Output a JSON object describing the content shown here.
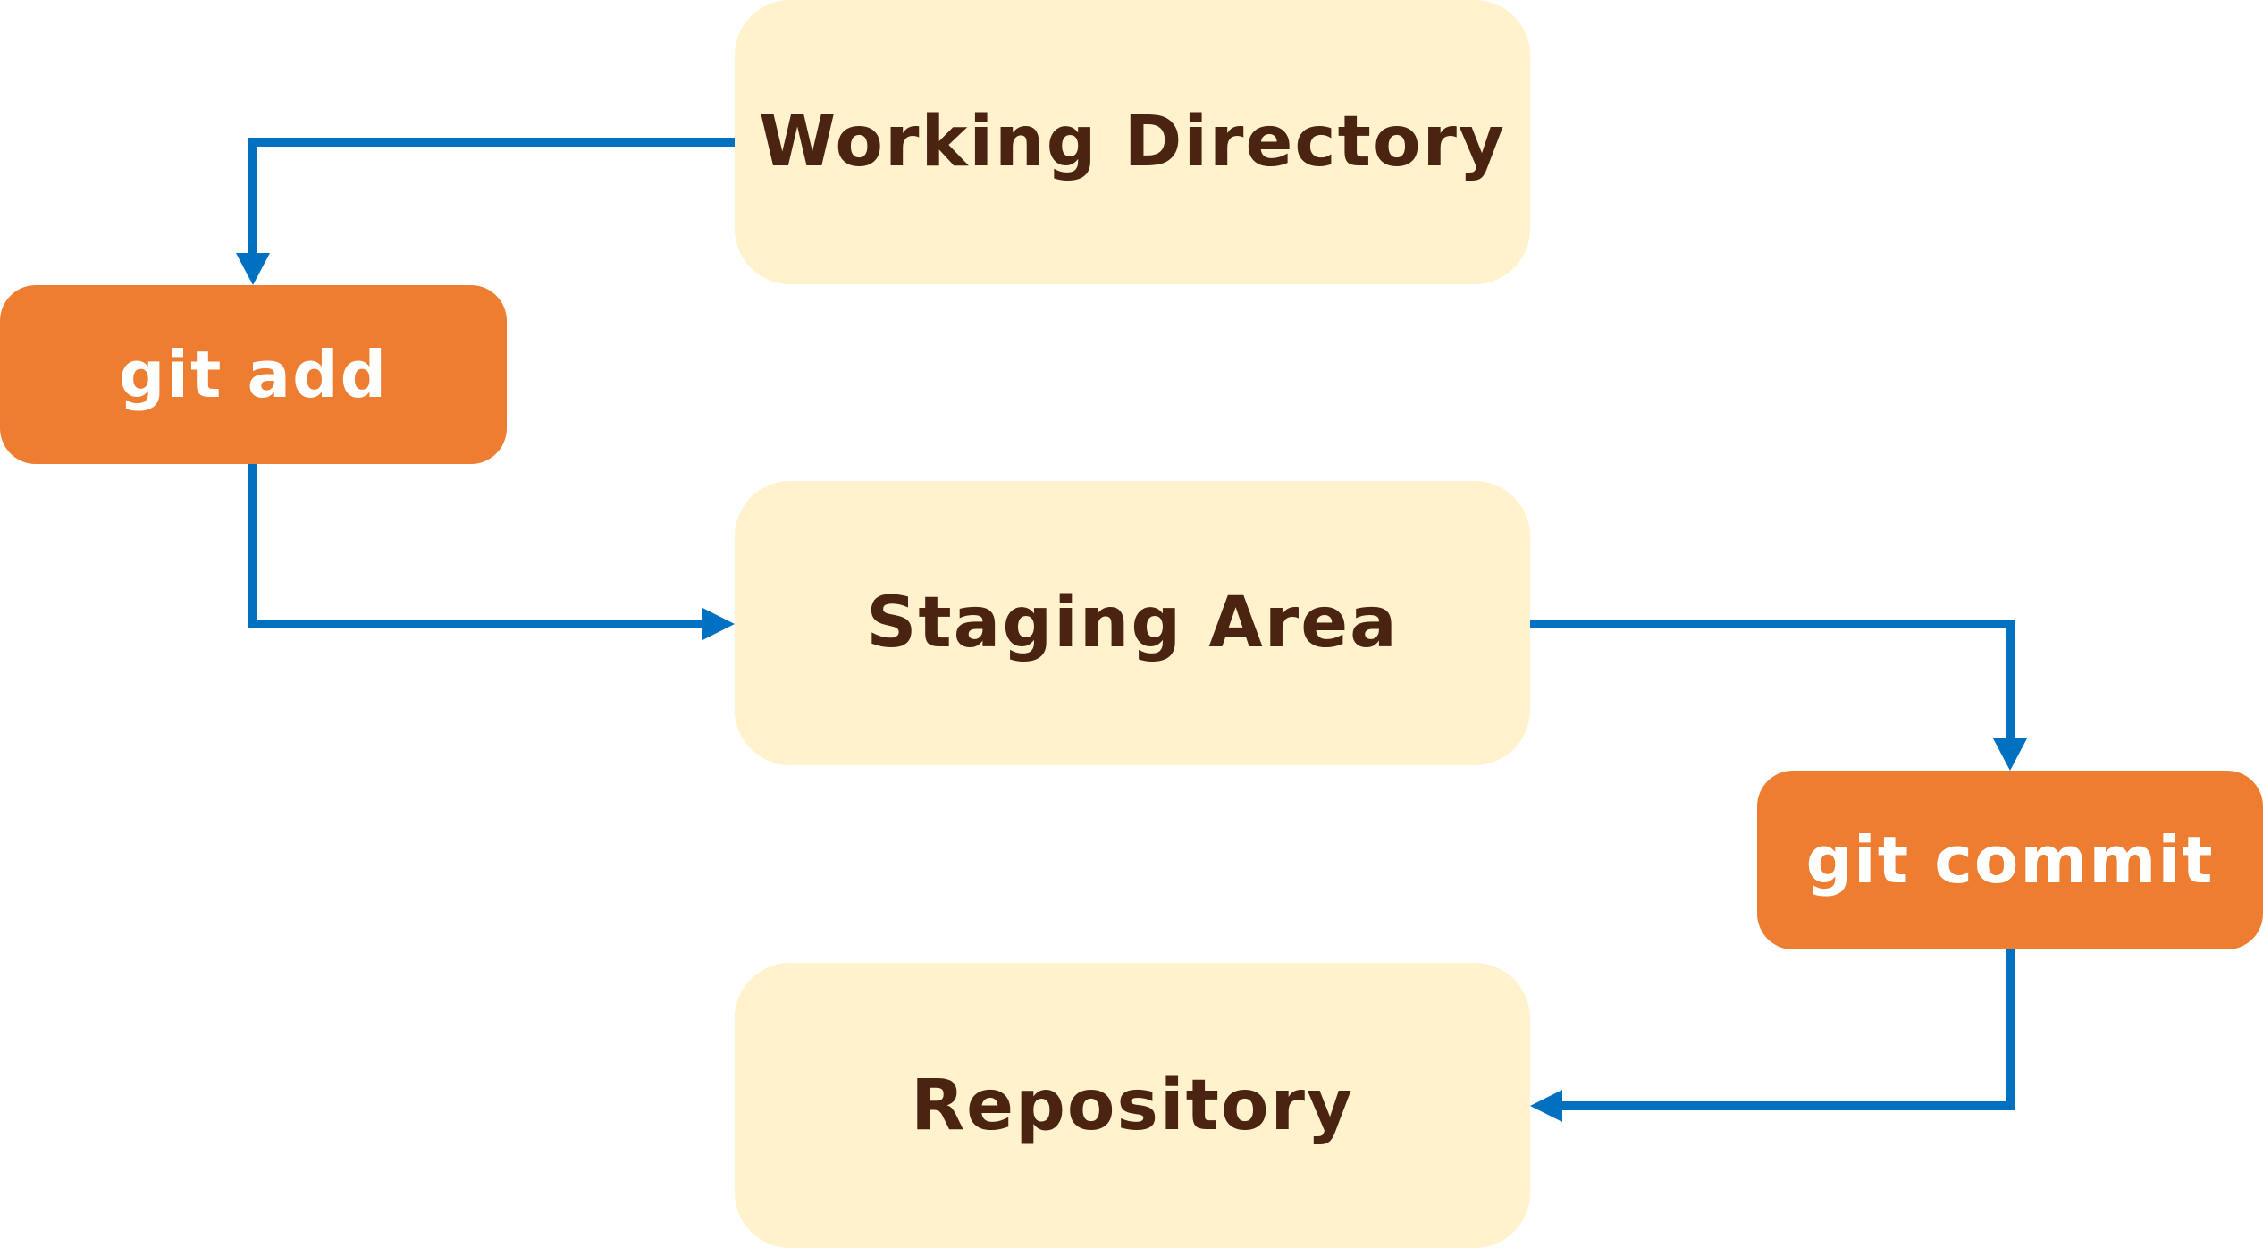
{
  "diagram": {
    "areas": {
      "working_directory": "Working Directory",
      "staging_area": "Staging Area",
      "repository": "Repository"
    },
    "actions": {
      "git_add": "git add",
      "git_commit": "git commit"
    },
    "colors": {
      "area_fill": "#fff2cc",
      "area_text": "#4a2311",
      "action_fill": "#ed7d31",
      "action_text": "#ffffff",
      "arrow": "#0070c0"
    },
    "flow": [
      {
        "from": "Working Directory",
        "to": "git add"
      },
      {
        "from": "git add",
        "to": "Staging Area"
      },
      {
        "from": "Staging Area",
        "to": "git commit"
      },
      {
        "from": "git commit",
        "to": "Repository"
      }
    ]
  }
}
